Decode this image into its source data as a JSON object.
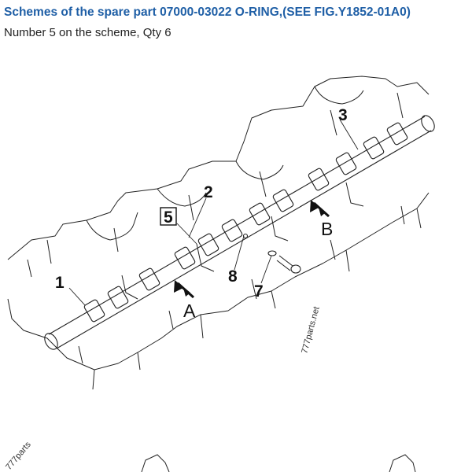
{
  "header": {
    "title": "Schemes of the spare part 07000-03022 O-RING,(SEE FIG.Y1852-01A0)",
    "subtitle": "Number 5 on the scheme, Qty 6"
  },
  "diagram": {
    "callouts": {
      "c1": "1",
      "c2": "2",
      "c3": "3",
      "c5": "5",
      "c7": "7",
      "c8": "8"
    },
    "view_labels": {
      "a": "A",
      "b": "B"
    },
    "watermarks": {
      "w1": "777parts.net",
      "w2": "777parts"
    }
  },
  "colors": {
    "title": "#1f5fa6",
    "line": "#222222"
  }
}
